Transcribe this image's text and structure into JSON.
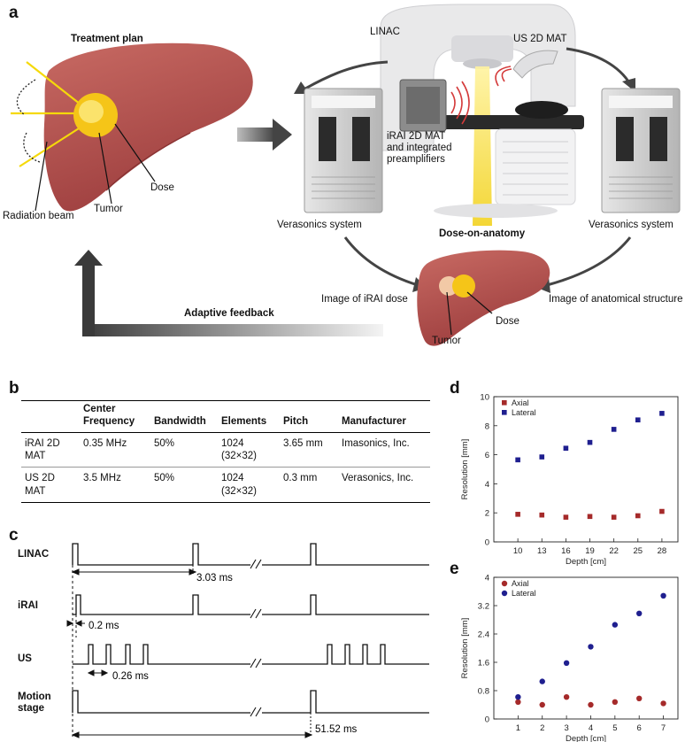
{
  "figure": {
    "panels": {
      "a": "a",
      "b": "b",
      "c": "c",
      "d": "d",
      "e": "e"
    }
  },
  "panel_a": {
    "treatment_plan": "Treatment plan",
    "radiation_beam": "Radiation beam",
    "tumor": "Tumor",
    "dose": "Dose",
    "linac": "LINAC",
    "us_mat": "US 2D MAT",
    "irai_mat_line1": "iRAI 2D MAT",
    "irai_mat_line2": "and integrated",
    "irai_mat_line3": "preamplifiers",
    "verasonics_left": "Verasonics system",
    "verasonics_right": "Verasonics system",
    "dose_on_anatomy": "Dose-on-anatomy",
    "image_irai_dose": "Image of iRAI dose",
    "image_anatomical": "Image of anatomical structure",
    "adaptive_feedback": "Adaptive feedback",
    "tumor_bottom": "Tumor",
    "dose_bottom": "Dose",
    "colors": {
      "liver": "#b5524f",
      "tumor": "#f5c518",
      "beam": "#f7e04a",
      "arrow": "#444444"
    }
  },
  "panel_b": {
    "headers": [
      "",
      "Center Frequency",
      "Bandwidth",
      "Elements",
      "Pitch",
      "Manufacturer"
    ],
    "rows": [
      {
        "name": "iRAI 2D MAT",
        "freq": "0.35 MHz",
        "bw": "50%",
        "elements": "1024 (32×32)",
        "pitch": "3.65 mm",
        "manufacturer": "Imasonics, Inc."
      },
      {
        "name": "US 2D MAT",
        "freq": "3.5 MHz",
        "bw": "50%",
        "elements": "1024 (32×32)",
        "pitch": "0.3 mm",
        "manufacturer": "Verasonics, Inc."
      }
    ]
  },
  "panel_c": {
    "rows": [
      "LINAC",
      "iRAI",
      "US",
      "Motion stage"
    ],
    "timings": {
      "linac_period": "3.03 ms",
      "irai_delay": "0.2 ms",
      "us_interval": "0.26 ms",
      "motion_period": "51.52 ms"
    }
  },
  "chart_data": [
    {
      "panel": "d",
      "type": "scatter",
      "x": [
        10,
        13,
        16,
        19,
        22,
        25,
        28
      ],
      "series": [
        {
          "name": "Axial",
          "values": [
            1.9,
            1.85,
            1.7,
            1.75,
            1.7,
            1.8,
            2.1
          ],
          "color": "#a52a2a",
          "marker": "square"
        },
        {
          "name": "Lateral",
          "values": [
            5.65,
            5.85,
            6.45,
            6.85,
            7.75,
            8.4,
            8.85
          ],
          "color": "#1f1f8f",
          "marker": "square"
        }
      ],
      "xlabel": "Depth [cm]",
      "ylabel": "Resolution [mm]",
      "xlim": [
        7,
        30
      ],
      "ylim": [
        0,
        10
      ],
      "yticks": [
        0,
        2,
        4,
        6,
        8,
        10
      ],
      "ytick_labels": [
        "0",
        "2",
        "4",
        "6",
        "8",
        "10"
      ],
      "legend": "top-left",
      "grid": false
    },
    {
      "panel": "e",
      "type": "scatter",
      "x": [
        1,
        2,
        3,
        4,
        5,
        6,
        7
      ],
      "series": [
        {
          "name": "Axial",
          "values": [
            0.48,
            0.4,
            0.62,
            0.4,
            0.48,
            0.58,
            0.44
          ],
          "color": "#a52a2a",
          "marker": "circle"
        },
        {
          "name": "Lateral",
          "values": [
            0.62,
            1.06,
            1.58,
            2.04,
            2.66,
            2.98,
            3.48
          ],
          "color": "#1f1f8f",
          "marker": "circle"
        }
      ],
      "xlabel": "Depth [cm]",
      "ylabel": "Resolution [mm]",
      "xlim": [
        0,
        7.6
      ],
      "ylim": [
        0,
        4
      ],
      "yticks": [
        0,
        0.8,
        1.6,
        2.4,
        3.2,
        4
      ],
      "ytick_labels": [
        "0",
        "0.8",
        "1.6",
        "2.4",
        "3.2",
        "4"
      ],
      "legend": "top-left",
      "grid": false
    }
  ]
}
